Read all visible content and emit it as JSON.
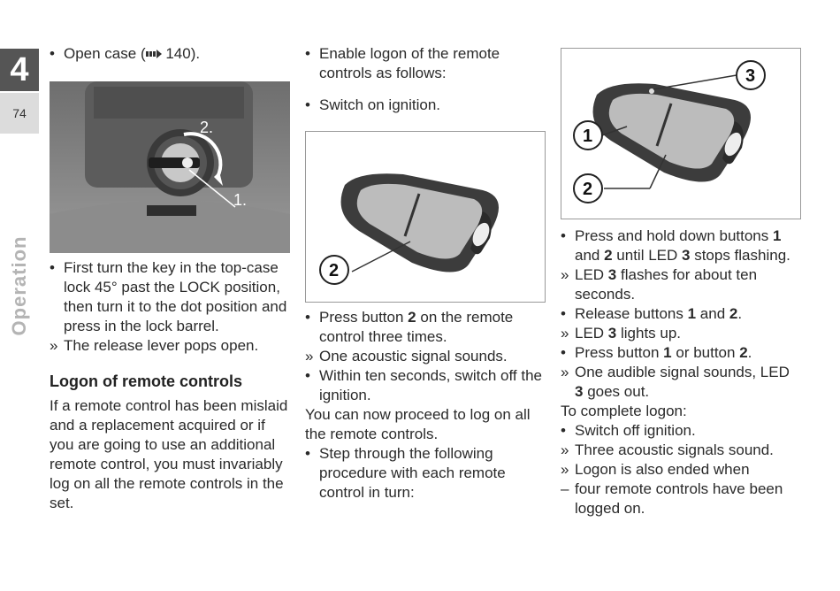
{
  "chapter": "4",
  "page_number": "74",
  "section_tab": "Operation",
  "col1": {
    "open_case": "Open case (",
    "open_case_ref_icon": "arrow-reference-icon",
    "open_case_ref": " 140).",
    "fig1_label_1": "1.",
    "fig1_label_2": "2.",
    "step_key": "First turn the key in the top-case lock 45° past the LOCK position, then turn it to the dot position and press in the lock barrel.",
    "result_lever": "The release lever pops open.",
    "heading": "Logon of remote controls",
    "para": "If a remote control has been mislaid and a replacement acquired or if you are going to use an additional remote control, you must invariably log on all the remote controls in the set."
  },
  "col2": {
    "enable": "Enable logon of the remote controls as follows:",
    "switch_on": "Switch on ignition.",
    "fig2_label": "2",
    "press_pre": "Press button ",
    "press_num": "2",
    "press_post": " on the remote control three times.",
    "acoustic": "One acoustic signal sounds.",
    "within": "Within ten seconds, switch off the ignition.",
    "proceed": "You can now proceed to log on all the remote controls.",
    "step_through": "Step through the following procedure with each remote control in turn:"
  },
  "col3": {
    "fig3_labels": [
      "1",
      "2",
      "3"
    ],
    "hold_a": "Press and hold down buttons ",
    "hold_b1": "1",
    "hold_c": " and ",
    "hold_b2": "2",
    "hold_d": " until LED ",
    "hold_b3": "3",
    "hold_e": " stops flashing.",
    "led_a": "LED ",
    "led_b": "3",
    "led_c": " flashes for about ten seconds.",
    "rel_a": "Release buttons ",
    "rel_b1": "1",
    "rel_c": " and ",
    "rel_b2": "2",
    "rel_d": ".",
    "lights_a": "LED ",
    "lights_b": "3",
    "lights_c": " lights up.",
    "pb_a": "Press button ",
    "pb_b1": "1",
    "pb_c": " or button ",
    "pb_b2": "2",
    "pb_d": ".",
    "aud_a": "One audible signal sounds, LED ",
    "aud_b": "3",
    "aud_c": " goes out.",
    "complete": "To complete logon:",
    "switch_off": "Switch off ignition.",
    "three": "Three acoustic signals sound.",
    "ended": "Logon is also ended when",
    "four": "four remote controls have been logged on."
  }
}
